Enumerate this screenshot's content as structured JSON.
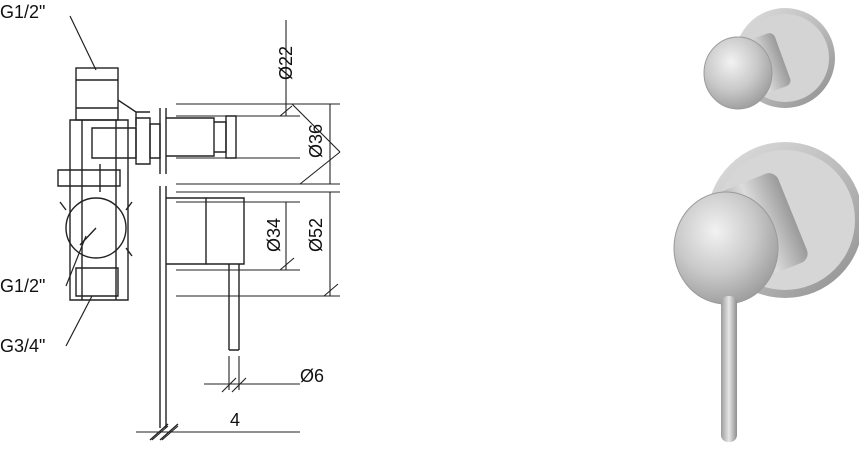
{
  "labels": {
    "inlet_top": "G1/2\"",
    "inlet_side": "G1/2\"",
    "outlet_bottom": "G3/4\""
  },
  "dimensions": {
    "d22": "Ø22",
    "d36": "Ø36",
    "d34": "Ø34",
    "d52": "Ø52",
    "d6": "Ø6",
    "offset": "4"
  },
  "colors": {
    "line": "#222222",
    "steel_light": "#e6e6e6",
    "steel_mid": "#b9b9b9",
    "steel_dark": "#8a8a8a"
  }
}
